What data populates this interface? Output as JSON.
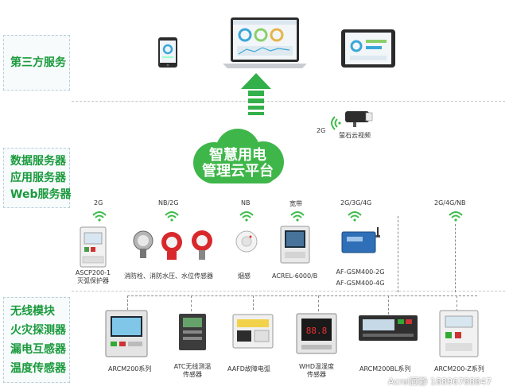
{
  "tiers": {
    "third_party": [
      "第三方服务"
    ],
    "platform": [
      "数据服务器",
      "应用服务器",
      "Web服务器"
    ],
    "wireless": [
      "无线模块",
      "火灾探测器",
      "漏电互感器",
      "温度传感器"
    ]
  },
  "cloud": {
    "line1": "智慧用电",
    "line2": "管理云平台"
  },
  "camera": {
    "net": "2G",
    "label": "萤石云视频"
  },
  "top_devices": [
    {
      "net": "2G",
      "label": "ASCP200-1\n灭弧保护器"
    },
    {
      "net": "NB/2G",
      "label": "消防栓、消防水压、水位传感器"
    },
    {
      "net": "NB",
      "label": "烟感"
    },
    {
      "net": "宽带",
      "label": "ACREL-6000/B"
    },
    {
      "net": "2G/3G/4G",
      "label": "AF-GSM400-2G\nAF-GSM400-4G"
    },
    {
      "net": "2G/4G/NB",
      "label": ""
    }
  ],
  "bottom_devices": [
    {
      "label": "ARCM200系列"
    },
    {
      "label": "ATC无线测温\n传感器"
    },
    {
      "label": "AAFD故障电弧"
    },
    {
      "label": "WHD温湿度\n传感器"
    },
    {
      "label": "ARCM200BL系列"
    },
    {
      "label": "ARCM200-Z系列"
    }
  ],
  "watermark": "Acrel顾静 18896788847",
  "colors": {
    "accent": "#1a9a3c",
    "cloud": "#3fb64a",
    "arrow": "#34b04a",
    "wifi": "#3dbb4b"
  }
}
